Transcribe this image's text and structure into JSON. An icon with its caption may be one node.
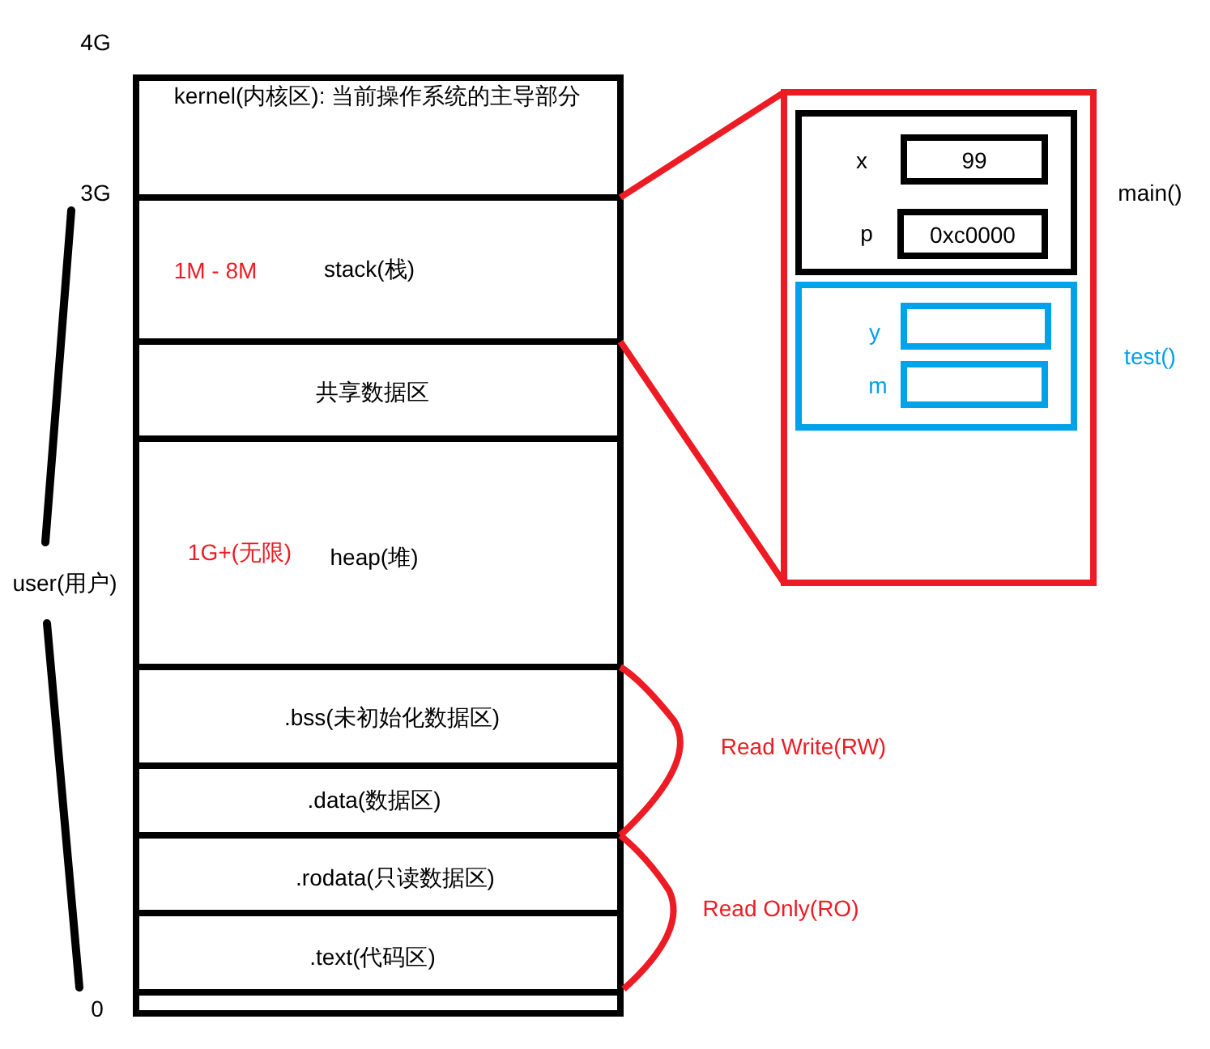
{
  "diagram": {
    "nodes": [
      {
        "text": [
          "kernel(内核区): 当前操作系统的主导部分"
        ]
      },
      {
        "text": [
          "1M - 8M",
          "stack(栈)"
        ]
      },
      {
        "text": [
          "共享数据区"
        ]
      },
      {
        "text": [
          "1G+(无限)",
          "heap(堆)"
        ]
      },
      {
        "text": [
          ".bss(未初始化数据区)"
        ]
      },
      {
        "text": [
          ".data(数据区)"
        ]
      },
      {
        "text": [
          ".rodata(只读数据区)"
        ]
      },
      {
        "text": [
          ".text(代码区)"
        ]
      },
      {
        "text": [],
        "shape": "box"
      },
      {
        "text": [],
        "shape": "box"
      },
      {
        "text": [],
        "shape": "box",
        "in": 9,
        "beside": [
          "main()"
        ]
      },
      {
        "text": [
          "99"
        ],
        "in": 10,
        "beside": [
          "x"
        ]
      },
      {
        "text": [
          "0xc0000"
        ],
        "in": 10,
        "beside": [
          "p"
        ]
      },
      {
        "text": [],
        "shape": "box",
        "in": 9,
        "beside": [
          "test()"
        ]
      },
      {
        "text": [],
        "shape": "box",
        "in": 13,
        "beside": [
          "y"
        ]
      },
      {
        "text": [],
        "shape": "box",
        "in": 13,
        "beside": [
          "m"
        ]
      }
    ],
    "edges": [
      {
        "from": 1,
        "to": 9,
        "arrow": "none",
        "color": "#ed1c24"
      },
      {
        "from": 1,
        "to": 9,
        "arrow": "none",
        "color": "#ed1c24"
      }
    ],
    "labels": [
      "4G",
      "3G",
      "user(用户)",
      "Read Write(RW)",
      "Read Only(RO)",
      "0"
    ]
  }
}
